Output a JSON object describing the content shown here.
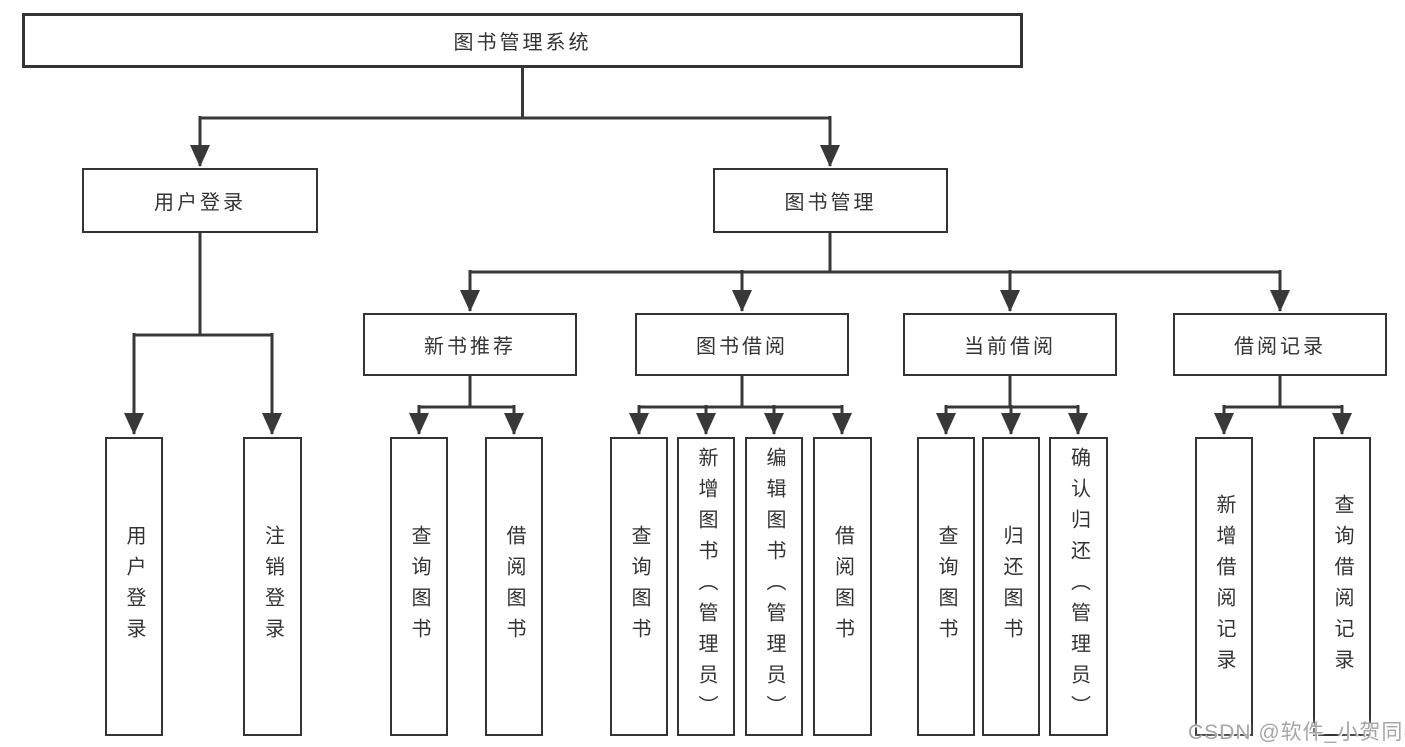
{
  "diagram": {
    "title": "图书管理系统",
    "level2": {
      "user_login": {
        "label": "用户登录"
      },
      "book_management": {
        "label": "图书管理"
      }
    },
    "level3": {
      "new_book_recommend": {
        "label": "新书推荐"
      },
      "book_borrow": {
        "label": "图书借阅"
      },
      "current_borrow": {
        "label": "当前借阅"
      },
      "borrow_records": {
        "label": "借阅记录"
      }
    },
    "leaves": {
      "user_login": {
        "label": "用户登录"
      },
      "logout": {
        "label": "注销登录"
      },
      "nb_query_books": {
        "label": "查询图书"
      },
      "nb_borrow_books": {
        "label": "借阅图书"
      },
      "bb_query_books": {
        "label": "查询图书"
      },
      "bb_add_books_admin": {
        "label": "新增图书（管理员）"
      },
      "bb_edit_books_admin": {
        "label": "编辑图书（管理员）"
      },
      "bb_borrow_books": {
        "label": "借阅图书"
      },
      "cb_query_books": {
        "label": "查询图书"
      },
      "cb_return_books": {
        "label": "归还图书"
      },
      "cb_confirm_return_admin": {
        "label": "确认归还（管理员）"
      },
      "br_add_record": {
        "label": "新增借阅记录"
      },
      "br_query_record": {
        "label": "查询借阅记录"
      }
    }
  },
  "watermark": {
    "text": "CSDN @软件_小贺同学"
  },
  "colors": {
    "line": "#383838",
    "box_border": "#333333",
    "text": "#333333",
    "watermark": "#a6a6a6",
    "background": "#ffffff"
  }
}
